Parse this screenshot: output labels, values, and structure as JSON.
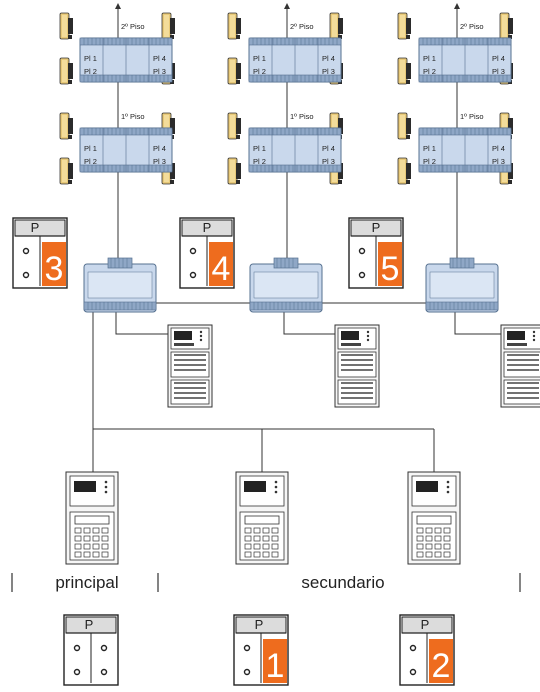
{
  "floors": {
    "upper": "2º Piso",
    "lower": "1º Piso"
  },
  "apartments": [
    "Pl 1",
    "Pl 4",
    "Pl 2",
    "Pl 3"
  ],
  "blocks": [
    {
      "number": "3"
    },
    {
      "number": "4"
    },
    {
      "number": "5"
    }
  ],
  "panels": {
    "letter": "P",
    "bottom": [
      {
        "number": ""
      },
      {
        "number": "1"
      },
      {
        "number": "2"
      }
    ]
  },
  "labels": {
    "principal": "principal",
    "secundario": "secundario"
  },
  "colors": {
    "module_fill": "#c9d8ec",
    "module_stroke": "#55708f",
    "handset": "#e8c978",
    "accent": "#ee6c1e"
  }
}
